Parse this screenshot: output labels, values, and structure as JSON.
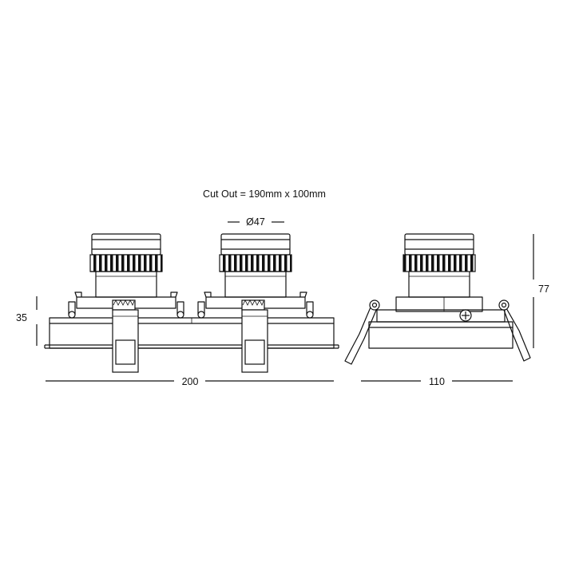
{
  "drawing": {
    "cut_out": "Cut Out = 190mm x 100mm",
    "diameter": "Ø47",
    "height_front": "35",
    "height_side": "77",
    "width_front": "200",
    "width_side": "110"
  }
}
